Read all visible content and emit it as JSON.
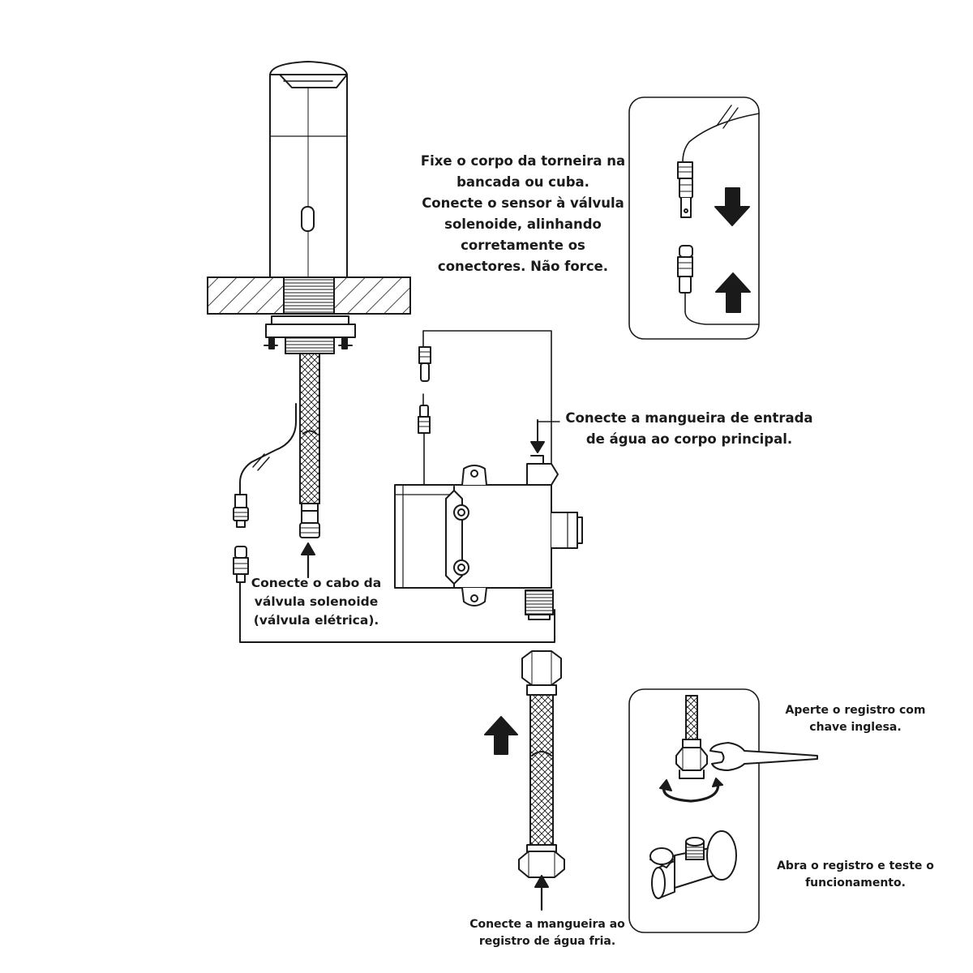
{
  "instructions": {
    "fixe_corpo": [
      "Fixe o corpo da torneira na",
      "bancada ou cuba.",
      "Conecte o sensor à válvula",
      "solenoide, alinhando",
      "corretamente os",
      "conectores. Não force."
    ],
    "mangueira_entrada": [
      "Conecte a mangueira de entrada",
      "de água ao corpo principal."
    ],
    "cabo_valvula": [
      "Conecte o cabo da",
      "válvula solenoide",
      "(válvula elétrica)."
    ],
    "mangueira_registro": [
      "Conecte a mangueira ao",
      "registro de água fria."
    ],
    "aperte_registro": [
      "Aperte o registro com",
      "chave inglesa."
    ],
    "abra_registro": [
      "Abra o registro e teste o",
      "funcionamento."
    ]
  },
  "icons": [
    "faucet-icon",
    "sensor-connector-icon",
    "solenoid-valve-icon",
    "braided-hose-icon",
    "wrench-icon",
    "angle-valve-icon",
    "arrow-up-icon",
    "arrow-down-icon"
  ],
  "colors": {
    "line": "#1a1a1a",
    "background": "#ffffff"
  }
}
